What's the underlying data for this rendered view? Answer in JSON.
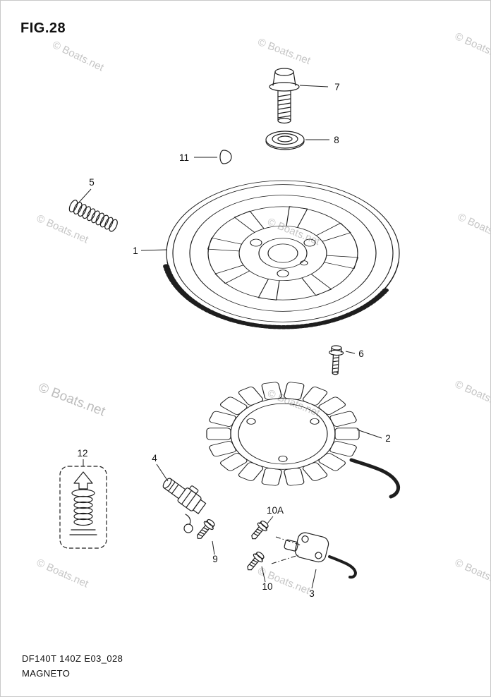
{
  "figure": {
    "title": "FIG.28",
    "model_code": "DF140T 140Z E03_028",
    "part_name": "MAGNETO"
  },
  "watermark": {
    "text": "© Boats.net"
  },
  "callouts": {
    "c1": "1",
    "c2": "2",
    "c3": "3",
    "c4": "4",
    "c5": "5",
    "c6": "6",
    "c7": "7",
    "c8": "8",
    "c9": "9",
    "c10": "10",
    "c10a": "10A",
    "c11": "11",
    "c12": "12"
  }
}
